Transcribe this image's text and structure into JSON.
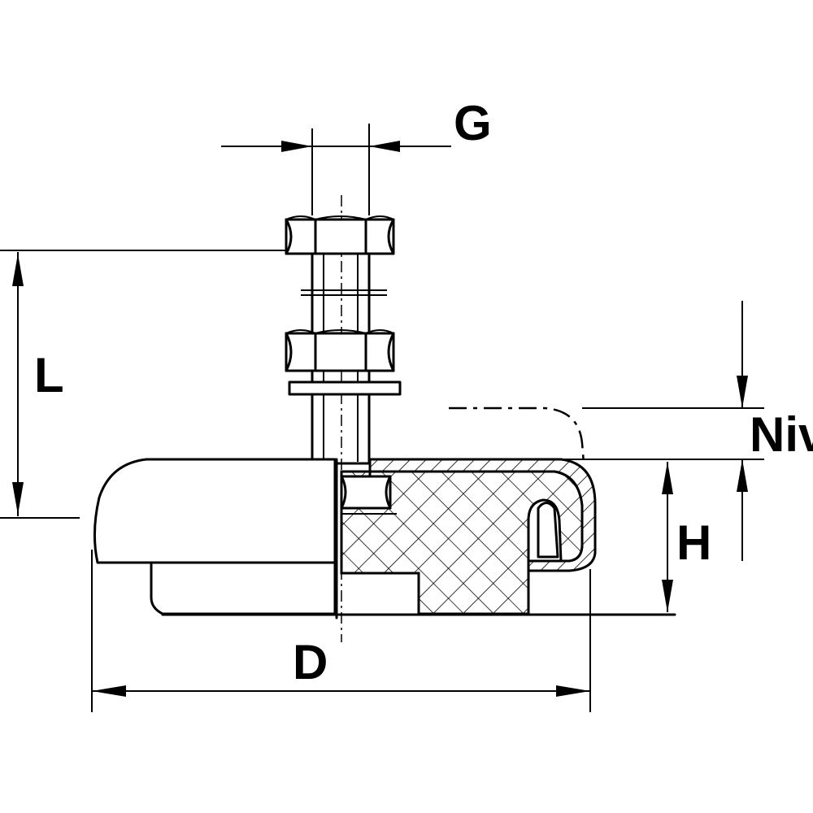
{
  "diagram": {
    "dimensions": {
      "thread_diameter": "G",
      "stud_length": "L",
      "leveling_range": "Niv",
      "height": "H",
      "base_diameter": "D"
    }
  }
}
